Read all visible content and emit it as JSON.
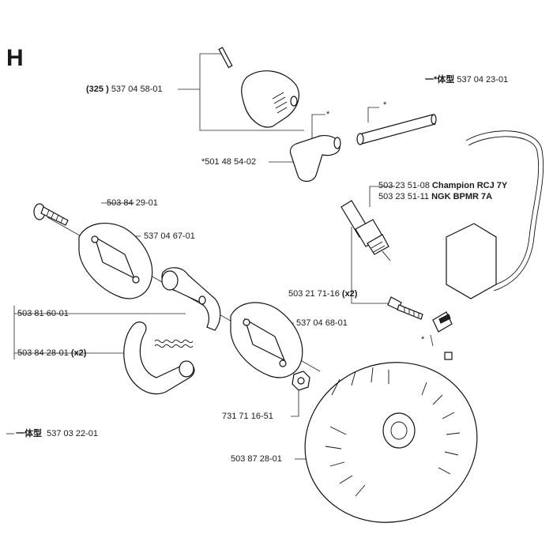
{
  "section_letter": "H",
  "labels": {
    "cover_qty": "(325 )",
    "cover_part": "537 04 58-01",
    "cap_part": "*501 48 54-02",
    "ignition_prefix": "一*体型",
    "ignition_part": "537 04 23-01",
    "star_1": "*",
    "star_2": "*",
    "star_3": "*",
    "plug_1_part": "503 23 51-08",
    "plug_1_name": "Champion RCJ 7Y",
    "plug_2_part": "503 23 51-11",
    "plug_2_name": "NGK BPMR 7A",
    "screw_part": "503 84 29-01",
    "plate_part": "537 04 67-01",
    "spring_part": "503 81 60-01",
    "shoe_part": "503 84 28-01",
    "shoe_qty": "(x2)",
    "plate2_part": "537 04 68-01",
    "coil_screw_part": "503 21 71-16",
    "coil_screw_qty": "(x2)",
    "nut_part": "731 71 16-51",
    "flywheel_part": "503 87 28-01",
    "assembly_prefix": "一体型",
    "assembly_part": "537 03 22-01"
  }
}
